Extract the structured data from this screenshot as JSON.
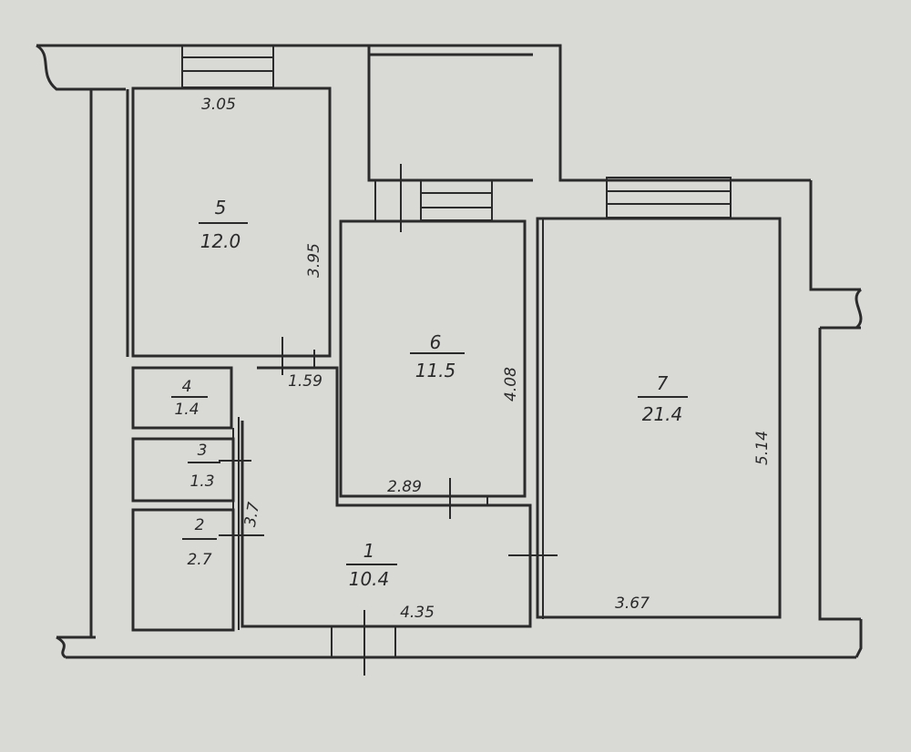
{
  "rooms": [
    {
      "id": "r5",
      "number": "5",
      "area": "12.0"
    },
    {
      "id": "r6",
      "number": "6",
      "area": "11.5"
    },
    {
      "id": "r7",
      "number": "7",
      "area": "21.4"
    },
    {
      "id": "r4",
      "number": "4",
      "area": "1.4"
    },
    {
      "id": "r3",
      "number": "3",
      "area": "1.3"
    },
    {
      "id": "r2",
      "number": "2",
      "area": "2.7"
    },
    {
      "id": "r1",
      "number": "1",
      "area": "10.4"
    }
  ],
  "dimensions": {
    "d305": "3.05",
    "d395": "3.95",
    "d159": "1.59",
    "d408": "4.08",
    "d289": "2.89",
    "d514": "5.14",
    "d435": "4.35",
    "d367": "3.67",
    "d37": "3.7"
  },
  "colors": {
    "background": "#d9dad6",
    "ink": "#2b2b2b"
  }
}
